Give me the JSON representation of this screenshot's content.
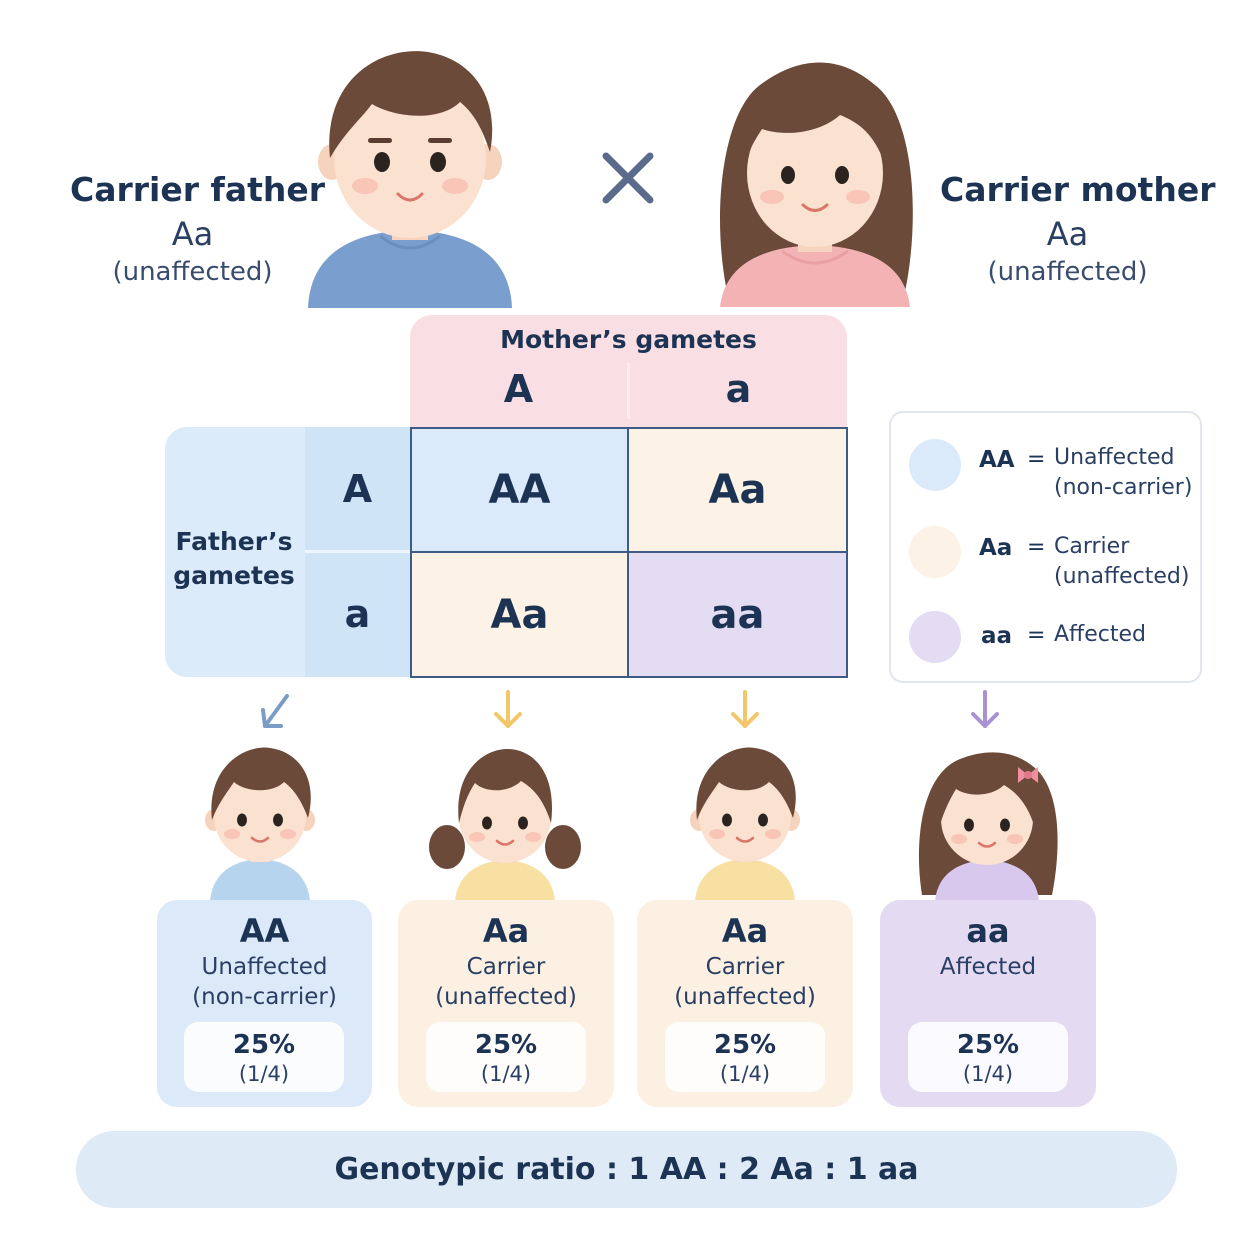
{
  "father": {
    "title": "Carrier father",
    "genotype": "Aa",
    "status": "(unaffected)"
  },
  "mother": {
    "title": "Carrier mother",
    "genotype": "Aa",
    "status": "(unaffected)"
  },
  "cross_symbol": "×",
  "punnett": {
    "mother_label": "Mother’s gametes",
    "father_label_line1": "Father’s",
    "father_label_line2": "gametes",
    "mother_alleles": [
      "A",
      "a"
    ],
    "father_alleles": [
      "A",
      "a"
    ],
    "cells": [
      [
        "AA",
        "Aa"
      ],
      [
        "Aa",
        "aa"
      ]
    ]
  },
  "legend": [
    {
      "genotype": "AA",
      "eq": "=",
      "line1": "Unaffected",
      "line2": "(non-carrier)",
      "color": "#dbeafa"
    },
    {
      "genotype": "Aa",
      "eq": "=",
      "line1": "Carrier",
      "line2": "(unaffected)",
      "color": "#fcf2e5"
    },
    {
      "genotype": "aa",
      "eq": "=",
      "line1": "Affected",
      "line2": "",
      "color": "#e3dcf2"
    }
  ],
  "offspring": [
    {
      "genotype": "AA",
      "line1": "Unaffected",
      "line2": "(non-carrier)",
      "percent": "25%",
      "fraction": "(1/4)",
      "color": "#dbe9f8",
      "shirt": "#b7d4ee",
      "arrow_color": "#7c9cc8"
    },
    {
      "genotype": "Aa",
      "line1": "Carrier",
      "line2": "(unaffected)",
      "percent": "25%",
      "fraction": "(1/4)",
      "color": "#fcf0e2",
      "shirt": "#f8dfa2",
      "arrow_color": "#f2c76a"
    },
    {
      "genotype": "Aa",
      "line1": "Carrier",
      "line2": "(unaffected)",
      "percent": "25%",
      "fraction": "(1/4)",
      "color": "#fcf0e2",
      "shirt": "#f8dfa2",
      "arrow_color": "#f2c76a"
    },
    {
      "genotype": "aa",
      "line1": "Affected",
      "line2": "",
      "percent": "25%",
      "fraction": "(1/4)",
      "color": "#e4dbf3",
      "shirt": "#d8c8ee",
      "arrow_color": "#a992d2"
    }
  ],
  "ratio_text": "Genotypic ratio : 1 AA : 2 Aa : 1 aa",
  "colors": {
    "father_shirt": "#7a9fcf",
    "mother_shirt": "#f3b3b5",
    "hair": "#6b4a3a",
    "skin": "#fbe1cf"
  }
}
